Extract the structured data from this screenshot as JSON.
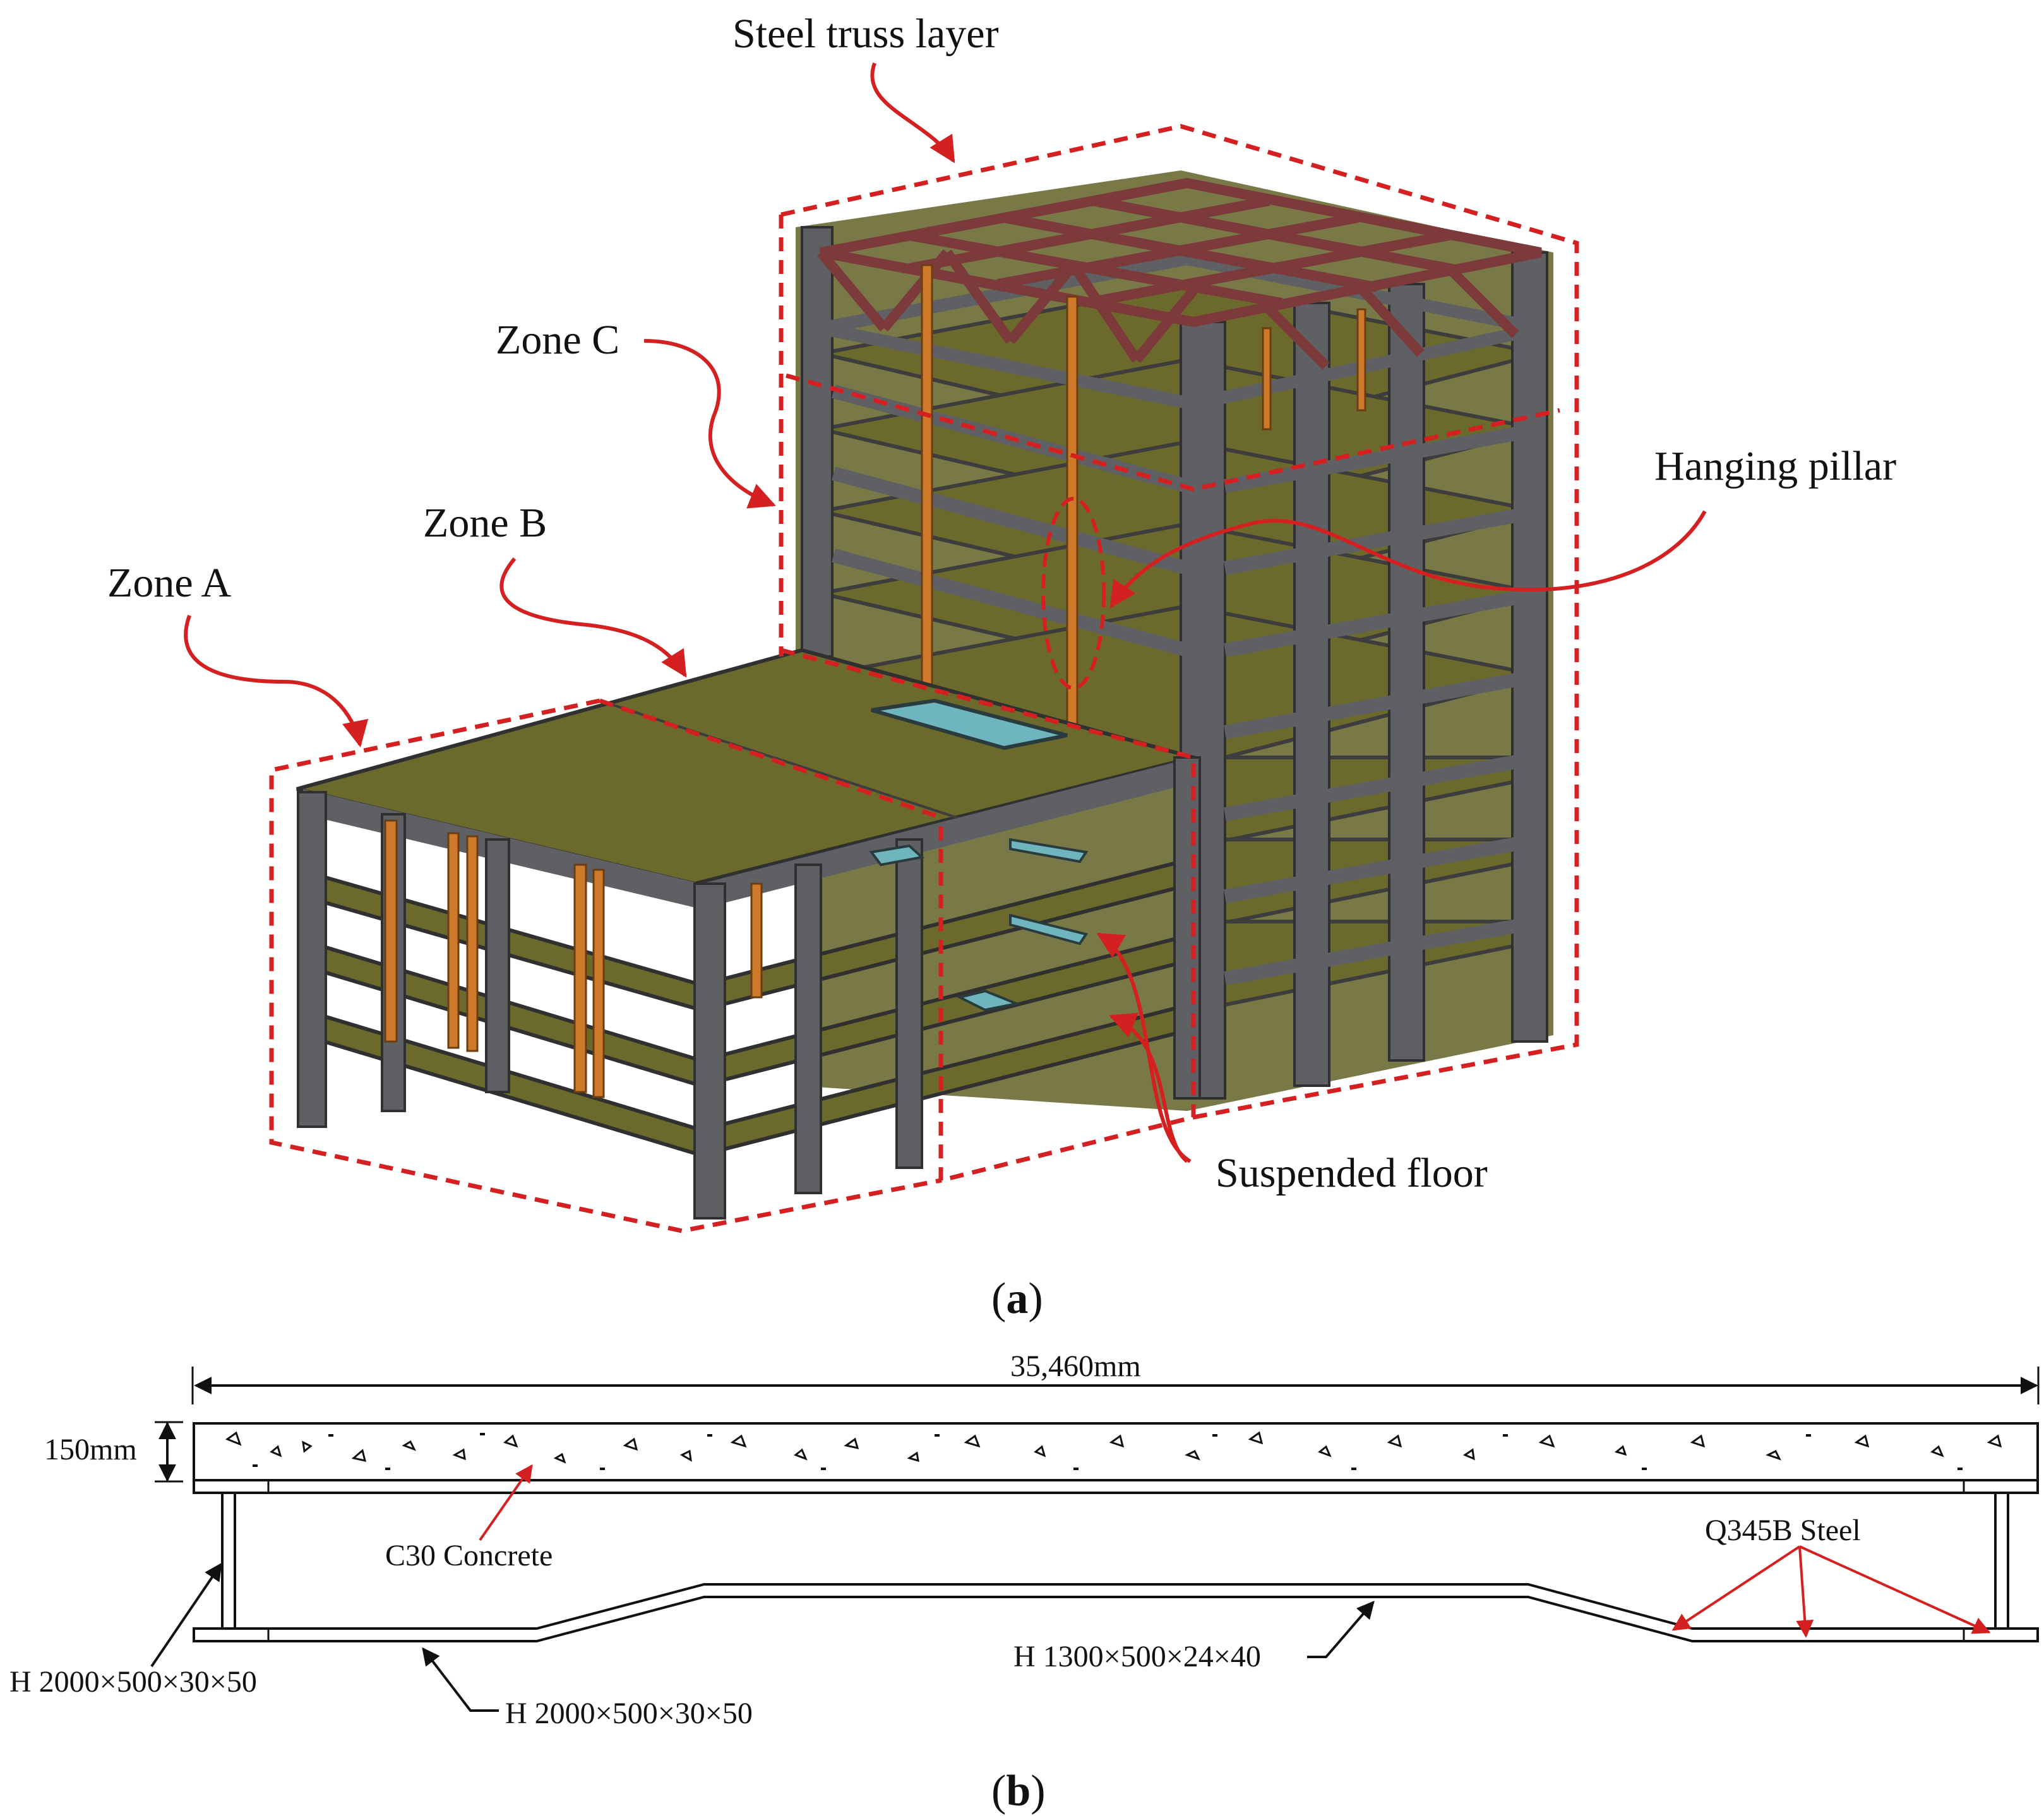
{
  "panel_a": {
    "caption_open": "(",
    "caption_letter": "a",
    "caption_close": ")",
    "labels": {
      "steel_truss_layer": "Steel truss layer",
      "zone_c": "Zone C",
      "zone_b": "Zone B",
      "zone_a": "Zone A",
      "hanging_pillar": "Hanging pillar",
      "suspended_floor": "Suspended floor"
    }
  },
  "panel_b": {
    "caption_open": "(",
    "caption_letter": "b",
    "caption_close": ")",
    "labels": {
      "span": "35,460mm",
      "slab_thickness": "150mm",
      "concrete": "C30 Concrete",
      "steel": "Q345B Steel",
      "left_column": "H 2000×500×30×50",
      "bottom_left_beam": "H 2000×500×30×50",
      "middle_beam": "H 1300×500×24×40"
    }
  },
  "colors": {
    "annotation_red": "#d42020",
    "frame_gray": "#5e6064",
    "floor_olive": "#6b6a2c",
    "truss_maroon": "#7d3a3a",
    "pillar_orange": "#cf7a2a",
    "opening_cyan": "#6fb5bf"
  }
}
